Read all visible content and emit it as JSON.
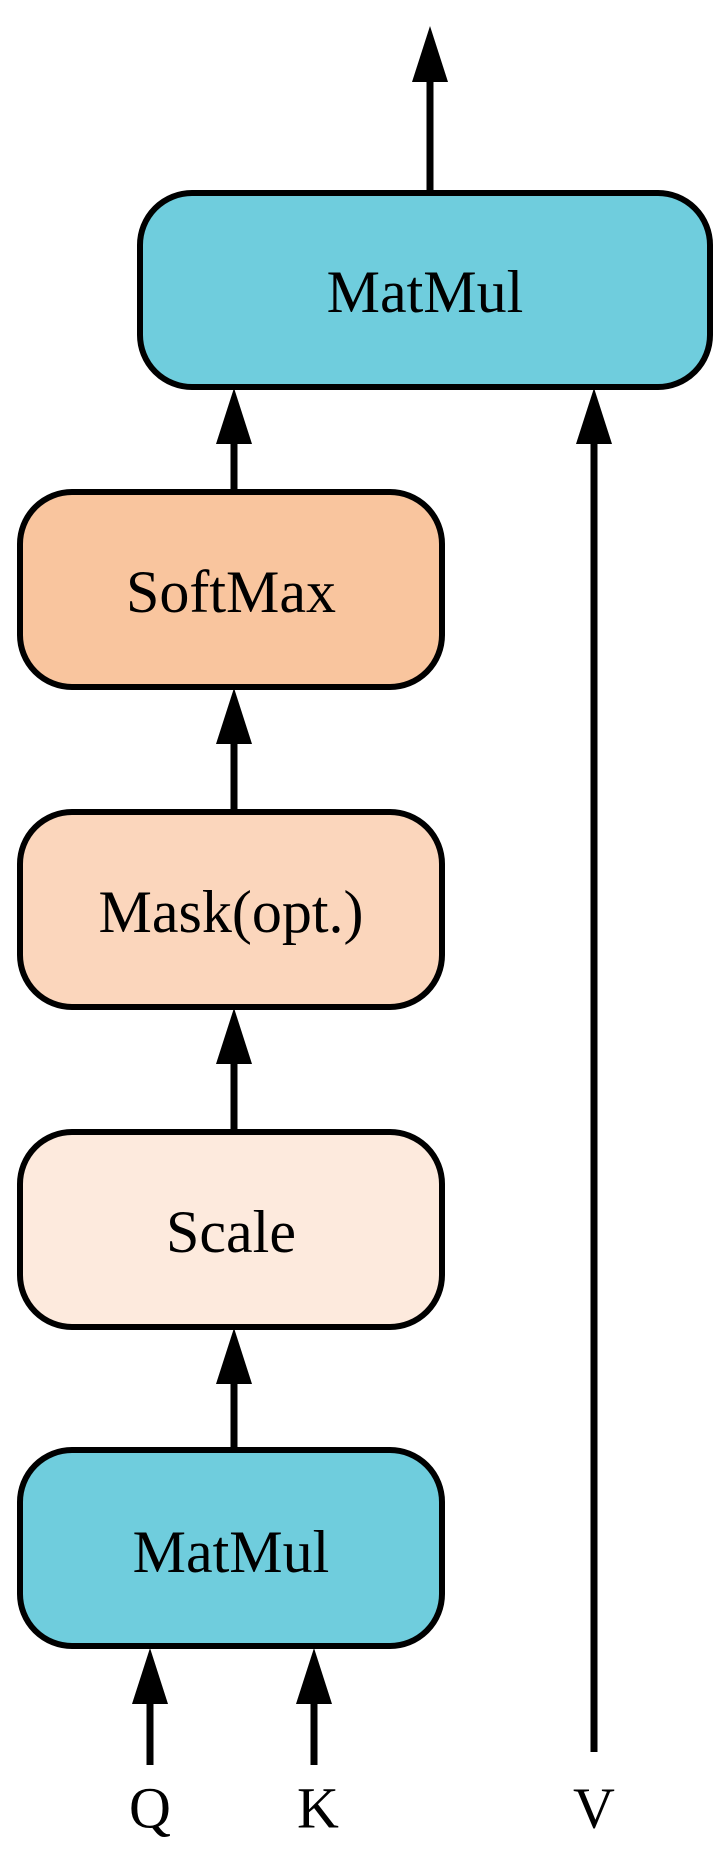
{
  "blocks": {
    "matmul_top": {
      "label": "MatMul",
      "color": "#6fcddd"
    },
    "softmax": {
      "label": "SoftMax",
      "color": "#f9c59e"
    },
    "mask": {
      "label": "Mask(opt.)",
      "color": "#fbd6bc"
    },
    "scale": {
      "label": "Scale",
      "color": "#fdeadd"
    },
    "matmul_bottom": {
      "label": "MatMul",
      "color": "#6fcddd"
    }
  },
  "inputs": {
    "q": "Q",
    "k": "K",
    "v": "V"
  },
  "edge_color": "#000000"
}
